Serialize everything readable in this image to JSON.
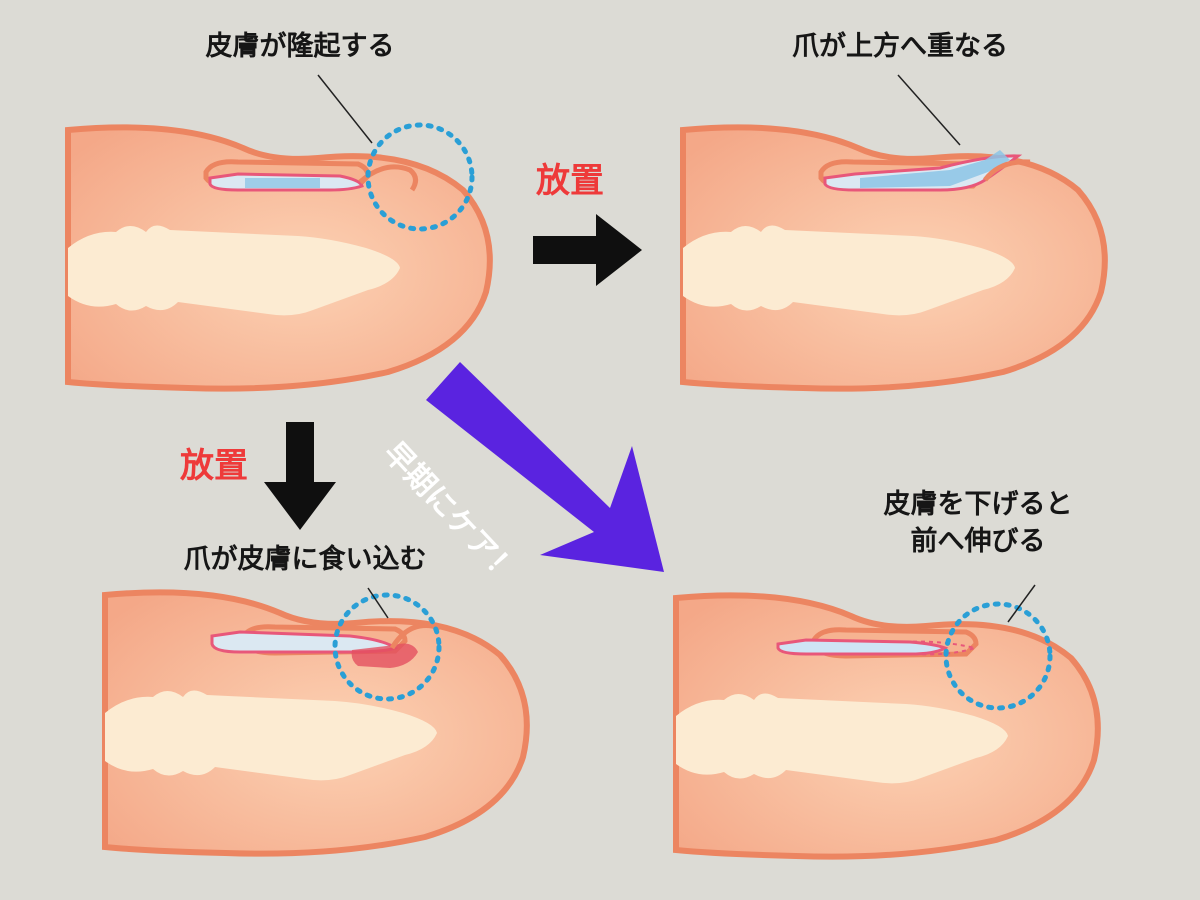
{
  "panels": {
    "top_left": {
      "caption": "皮膚が隆起する"
    },
    "top_right": {
      "caption": "爪が上方へ重なる"
    },
    "bottom_left": {
      "caption": "爪が皮膚に食い込む"
    },
    "bottom_right": {
      "caption_line1": "皮膚を下げると",
      "caption_line2": "前へ伸びる"
    }
  },
  "transitions": {
    "right_label": "放置",
    "down_label": "放置",
    "diagonal_label": "早期にケア！"
  },
  "colors": {
    "background": "#dcdbd5",
    "skin": "#f6b391",
    "skin_outline": "#ec8561",
    "bone": "#fcebd2",
    "nail": "#cfe4f5",
    "nail_outline": "#e8577a",
    "highlight_circle": "#2a9fd6",
    "warning_text": "#ee3a3a",
    "care_arrow": "#5a23e0",
    "black_arrow": "#0f0f0f"
  },
  "icons": {
    "right_arrow": "arrow-right-icon",
    "down_arrow": "arrow-down-icon",
    "care_arrow": "arrow-diagonal-icon"
  }
}
